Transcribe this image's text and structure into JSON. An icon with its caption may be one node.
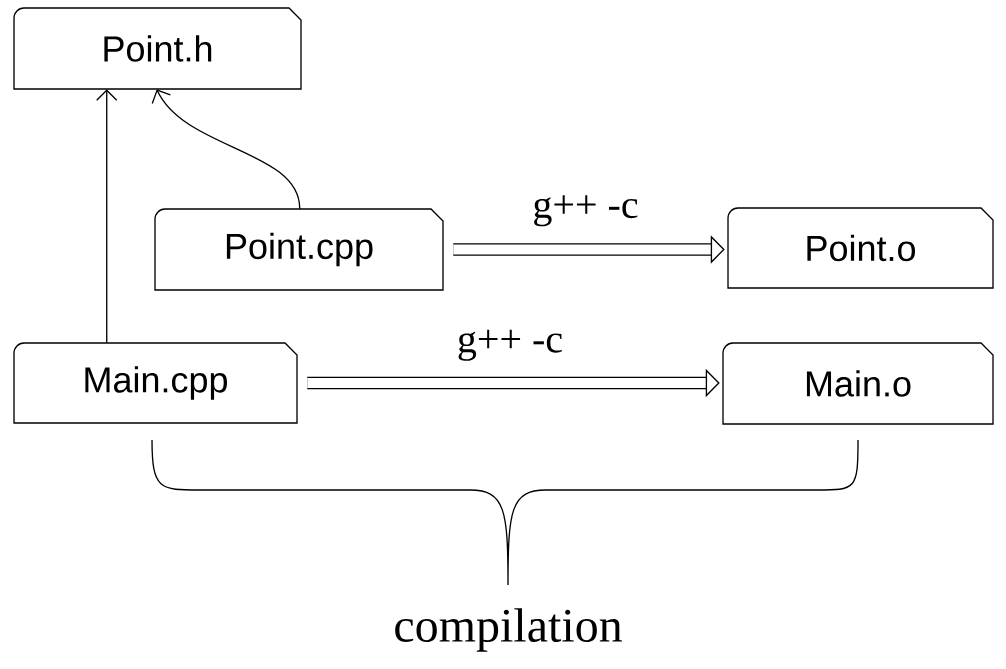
{
  "diagram": {
    "nodes": [
      {
        "text": [
          "Point.h"
        ]
      },
      {
        "text": [
          "Point.cpp"
        ]
      },
      {
        "text": [
          "Point.o"
        ]
      },
      {
        "text": [
          "Main.cpp"
        ]
      },
      {
        "text": [
          "Main.o"
        ]
      }
    ],
    "edges": [
      {
        "from": 3,
        "to": 0,
        "arrow": "to"
      },
      {
        "from": 1,
        "to": 0,
        "arrow": "to"
      },
      {
        "from": 1,
        "to": 2,
        "arrow": "to",
        "label": "g++ -c",
        "style": "thick"
      },
      {
        "from": 3,
        "to": 4,
        "arrow": "to",
        "label": "g++ -c",
        "style": "thick"
      }
    ],
    "labels": [
      "compilation"
    ]
  }
}
